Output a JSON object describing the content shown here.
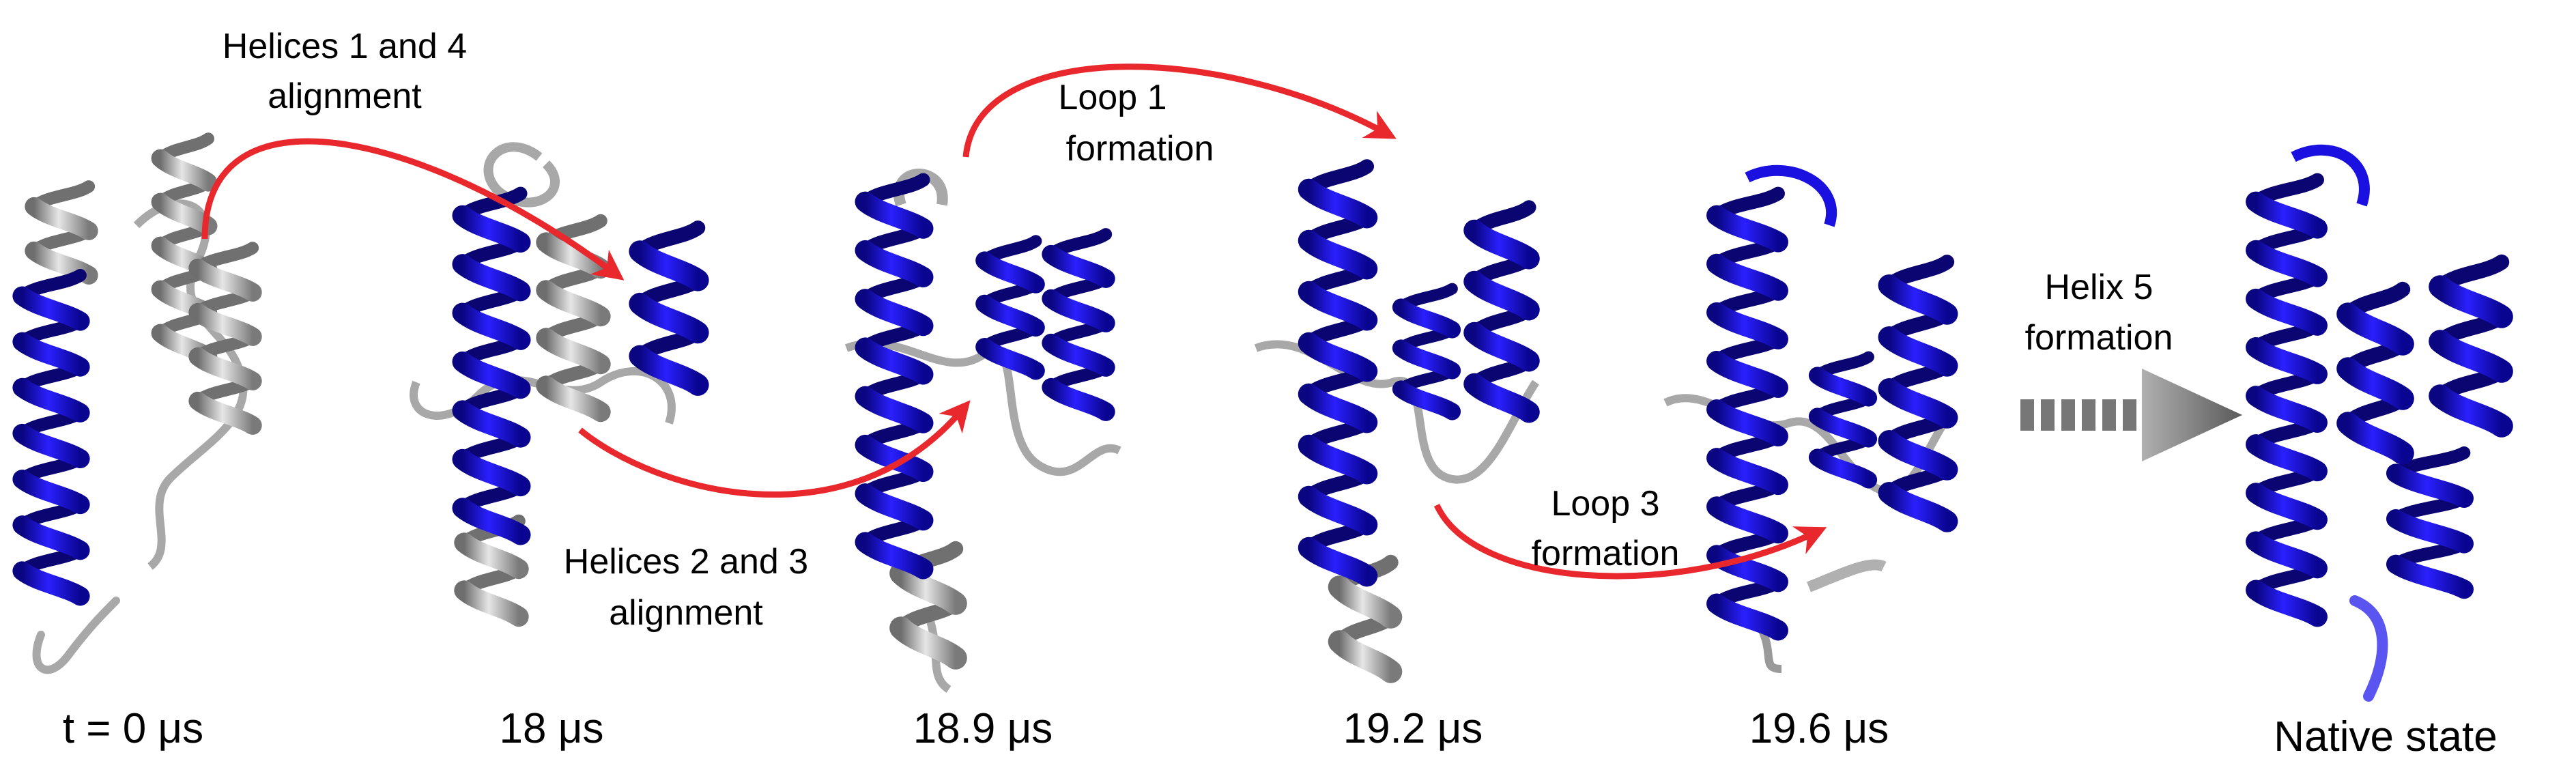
{
  "stages": [
    {
      "time_label": "t = 0 μs"
    },
    {
      "time_label": "18 μs"
    },
    {
      "time_label": "18.9 μs"
    },
    {
      "time_label": "19.2 μs"
    },
    {
      "time_label": "19.6 μs"
    },
    {
      "time_label": "Native state"
    }
  ],
  "transitions": [
    {
      "line1": "Helices 1 and 4",
      "line2": "alignment"
    },
    {
      "line1": "Helices 2 and 3",
      "line2": "alignment"
    },
    {
      "line1": "Loop 1",
      "line2": "formation"
    },
    {
      "line1": "Loop 3",
      "line2": "formation"
    },
    {
      "line1": "Helix 5",
      "line2": "formation"
    }
  ],
  "colors": {
    "folded_helix": "#1a10e0",
    "unfolded": "#b8b8b8",
    "arrow": "#e8282c",
    "big_arrow": "#6d6d6d"
  }
}
